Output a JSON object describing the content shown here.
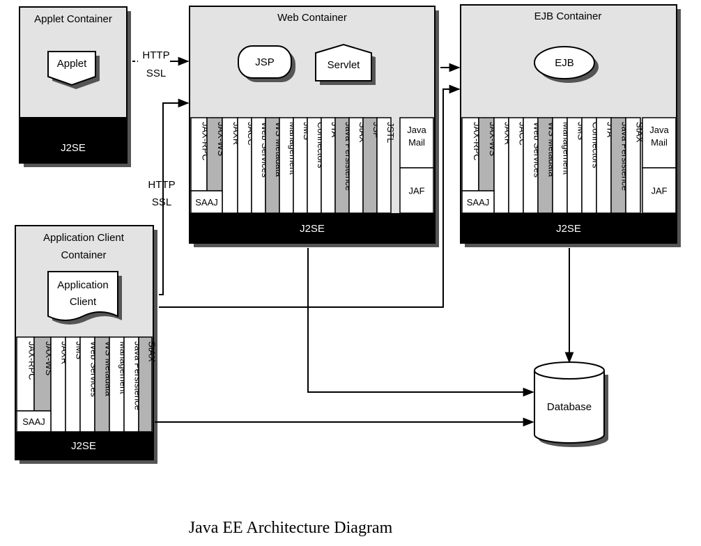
{
  "caption": "Java EE Architecture Diagram",
  "colors": {
    "container_fill": "#e3e3e3",
    "shade": "#b3b3b3",
    "base": "#000000",
    "shadow": "#555555"
  },
  "applet_container": {
    "title": "Applet Container",
    "component": "Applet",
    "base": "J2SE"
  },
  "web_container": {
    "title": "Web Container",
    "components": [
      "JSP",
      "Servlet"
    ],
    "apis": [
      "JAX-RPC",
      "JAX-WS",
      "JAXR",
      "JACC",
      "Web Services",
      "WS Metadata",
      "Management",
      "JMS",
      "Connectors",
      "JTA",
      "Java Persistence",
      "StAX",
      "JSF",
      "JSTL"
    ],
    "saaj": "SAAJ",
    "side_apis": [
      "Java Mail",
      "JAF"
    ],
    "base": "J2SE"
  },
  "ejb_container": {
    "title": "EJB Container",
    "component": "EJB",
    "apis": [
      "JAX-RPC",
      "JAX-WS",
      "JAXR",
      "JACC",
      "Web Services",
      "WS Metadata",
      "Management",
      "JMS",
      "Connectors",
      "JTA",
      "Java Persistence",
      "StAX"
    ],
    "saaj": "SAAJ",
    "side_apis": [
      "Java Mail",
      "JAF"
    ],
    "base": "J2SE"
  },
  "app_client_container": {
    "title_line1": "Application Client",
    "title_line2": "Container",
    "component_line1": "Application",
    "component_line2": "Client",
    "apis": [
      "JAX-RPC",
      "JAX-WS",
      "JAXR",
      "JMS",
      "Web Services",
      "WS Metadata",
      "Management",
      "Java Persistence",
      "StAX"
    ],
    "saaj": "SAAJ",
    "base": "J2SE"
  },
  "protocols": {
    "top": [
      "HTTP",
      "SSL"
    ],
    "bottom": [
      "HTTP",
      "SSL"
    ]
  },
  "database": "Database"
}
